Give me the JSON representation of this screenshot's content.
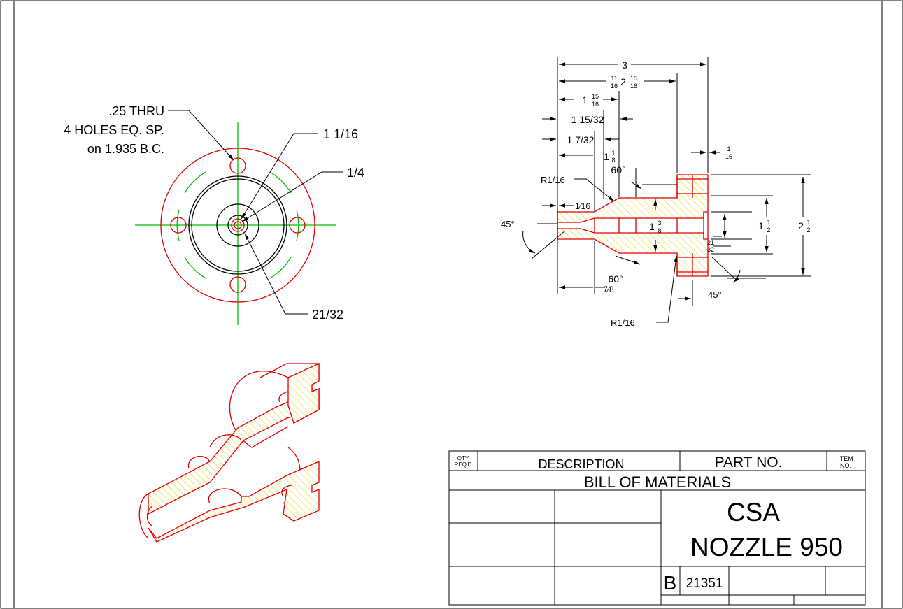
{
  "colors": {
    "object": "#e00000",
    "center": "#00c000",
    "hatch": "#e6d800",
    "line": "#000000"
  },
  "front_view": {
    "callout_holes": [
      ".25 THRU",
      "4 HOLES EQ. SP.",
      "on 1.935 B.C."
    ],
    "dim_1_1_16": "1 1/16",
    "dim_1_4": "1/4",
    "dim_21_32": "21/32"
  },
  "section_view": {
    "dim_3": "3",
    "dim_2_15_16_whole": "2",
    "dim_2_15_16_num": "15",
    "dim_2_15_16_den": "16",
    "dim_11_16_num": "11",
    "dim_11_16_den": "16",
    "dim_1_15_16_whole": "1",
    "dim_1_15_16_num": "15",
    "dim_1_15_16_den": "16",
    "dim_1_15_32": "1 15/32",
    "dim_1_7_32": "1 7/32",
    "dim_1_1_8_whole": "1",
    "dim_1_1_8_num": "1",
    "dim_1_1_8_den": "8",
    "dim_1_16_num": "1",
    "dim_1_16_den": "16",
    "angle_60_top": "60°",
    "radius_top": "R1/16",
    "dim_small_1_16": "1⁄16",
    "angle_45_left": "45°",
    "dim_1_3_8_whole": "1",
    "dim_1_3_8_num": "3",
    "dim_1_3_8_den": "8",
    "dim_1_1_2_whole": "1",
    "dim_1_1_2_num": "1",
    "dim_1_1_2_den": "2",
    "dim_2_1_2_whole": "2",
    "dim_2_1_2_num": "1",
    "dim_2_1_2_den": "2",
    "dim_21_32_num": "21",
    "dim_21_32_den": "32",
    "angle_60_bottom": "60°",
    "dim_7_8": "7⁄8",
    "angle_45_right": "45°",
    "radius_bottom": "R1/16"
  },
  "title_block": {
    "qty_label": "QTY",
    "reqd_label": "REQ'D",
    "description_label": "DESCRIPTION",
    "part_no_label": "PART NO.",
    "item_label": "ITEM",
    "no_label": "NO.",
    "bom_label": "BILL  OF MATERIALS",
    "company": "CSA",
    "part_name": "NOZZLE 950",
    "size": "B",
    "drawing_number": "21351"
  }
}
